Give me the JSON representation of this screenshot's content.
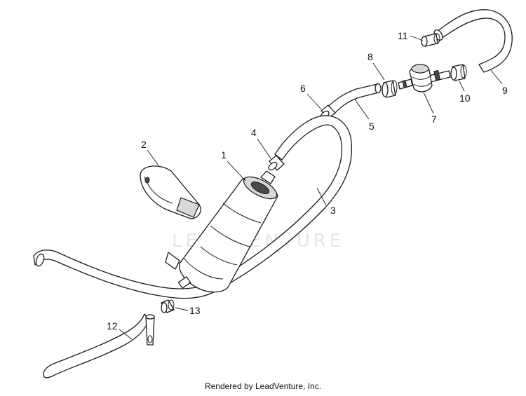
{
  "watermark": "LEADVENTURE",
  "footer": "Rendered by LeadVenture, Inc.",
  "callouts": [
    {
      "id": "1",
      "label": "1"
    },
    {
      "id": "2",
      "label": "2"
    },
    {
      "id": "3",
      "label": "3"
    },
    {
      "id": "4",
      "label": "4"
    },
    {
      "id": "5",
      "label": "5"
    },
    {
      "id": "6",
      "label": "6"
    },
    {
      "id": "7",
      "label": "7"
    },
    {
      "id": "8",
      "label": "8"
    },
    {
      "id": "9",
      "label": "9"
    },
    {
      "id": "10",
      "label": "10"
    },
    {
      "id": "11",
      "label": "11"
    },
    {
      "id": "12",
      "label": "12"
    },
    {
      "id": "13",
      "label": "13"
    }
  ]
}
